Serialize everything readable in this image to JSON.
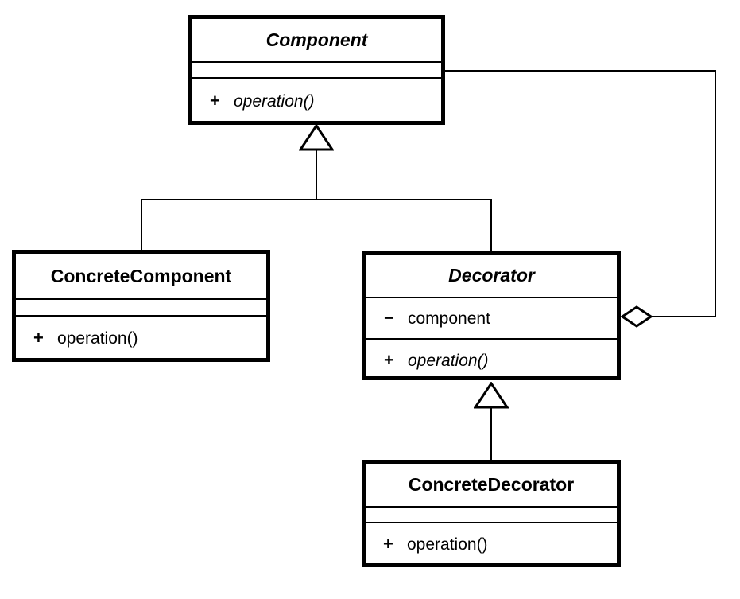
{
  "diagram": {
    "type": "uml-class-diagram",
    "pattern": "Decorator",
    "background": "#ffffff",
    "stroke": "#000000"
  },
  "classes": {
    "component": {
      "name": "Component",
      "abstract": true,
      "attributes": [],
      "operations": [
        {
          "visibility": "+",
          "name": "operation()",
          "abstract": true
        }
      ]
    },
    "concrete_component": {
      "name": "ConcreteComponent",
      "abstract": false,
      "attributes": [],
      "operations": [
        {
          "visibility": "+",
          "name": "operation()",
          "abstract": false
        }
      ]
    },
    "decorator": {
      "name": "Decorator",
      "abstract": true,
      "attributes": [
        {
          "visibility": "−",
          "name": "component"
        }
      ],
      "operations": [
        {
          "visibility": "+",
          "name": "operation()",
          "abstract": true
        }
      ]
    },
    "concrete_decorator": {
      "name": "ConcreteDecorator",
      "abstract": false,
      "attributes": [],
      "operations": [
        {
          "visibility": "+",
          "name": "operation()",
          "abstract": false
        }
      ]
    }
  },
  "relationships": [
    {
      "kind": "generalization",
      "from": "ConcreteComponent",
      "to": "Component",
      "arrow": "hollow-triangle"
    },
    {
      "kind": "generalization",
      "from": "Decorator",
      "to": "Component",
      "arrow": "hollow-triangle"
    },
    {
      "kind": "generalization",
      "from": "ConcreteDecorator",
      "to": "Decorator",
      "arrow": "hollow-triangle"
    },
    {
      "kind": "aggregation",
      "from": "Decorator",
      "to": "Component",
      "arrow": "hollow-diamond",
      "via_member": "component"
    }
  ]
}
